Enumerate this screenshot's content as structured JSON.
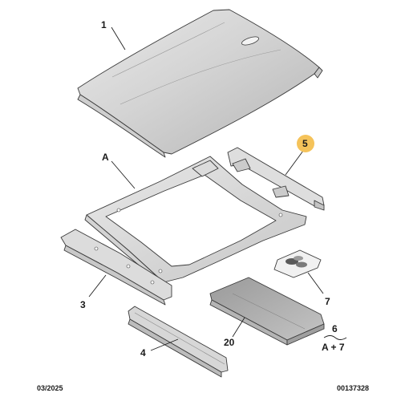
{
  "callouts": {
    "roof_panel": "1",
    "frame_a": "A",
    "reinforcement_5": "5",
    "cross_member_3": "3",
    "rail_4": "4",
    "insulation_20": "20",
    "clips_7": "7",
    "kit_6": "6",
    "kit_6_composition": "A + 7"
  },
  "footer": {
    "date": "03/2025",
    "code": "00137328"
  },
  "colors": {
    "highlight_callout": "#f5c35a",
    "part_fill_light": "#e6e6e6",
    "part_fill_dark": "#a9a9a9",
    "line": "#3a3a3a"
  }
}
